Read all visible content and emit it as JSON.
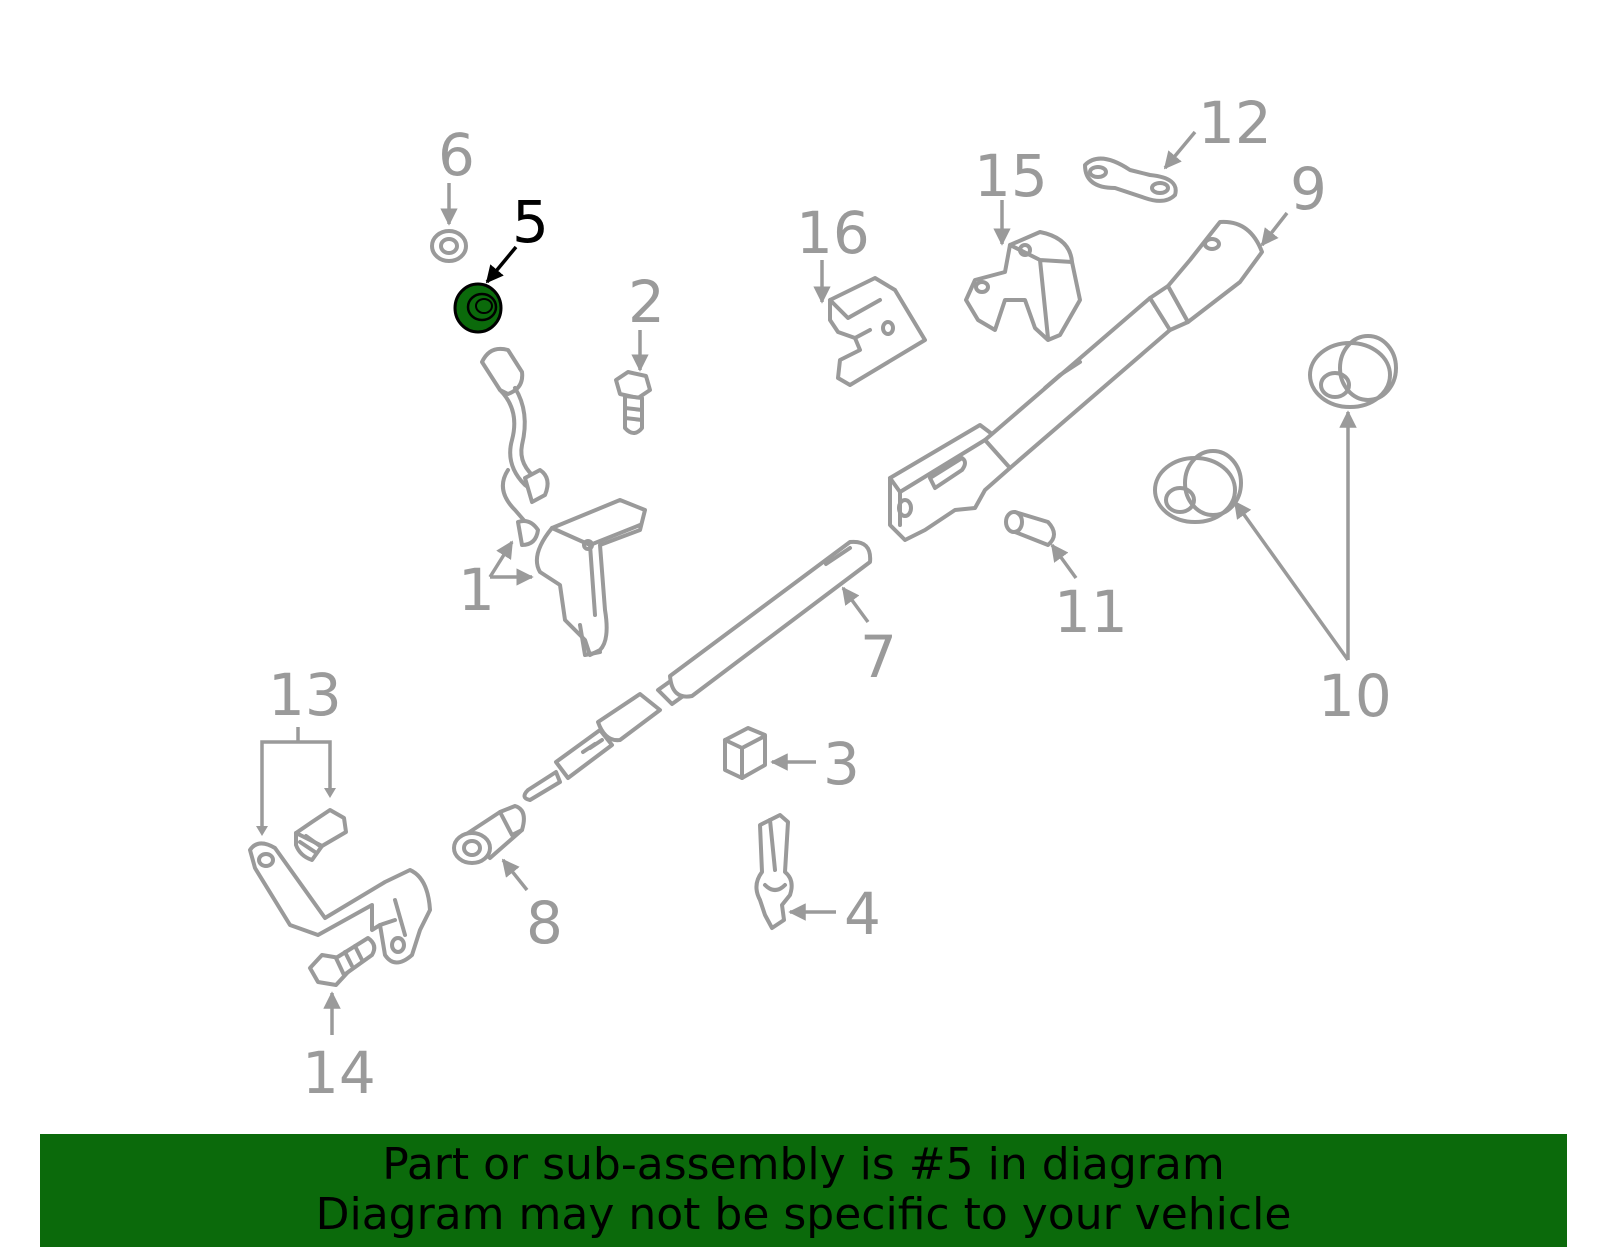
{
  "callouts": {
    "c1": "1",
    "c2": "2",
    "c3": "3",
    "c4": "4",
    "c5": "5",
    "c6": "6",
    "c7": "7",
    "c8": "8",
    "c9": "9",
    "c10": "10",
    "c11": "11",
    "c12": "12",
    "c13": "13",
    "c14": "14",
    "c15": "15",
    "c16": "16"
  },
  "highlight": {
    "part": "5",
    "color": "#0b6a0b"
  },
  "banner": {
    "line1": "Part or sub-assembly is #5 in diagram",
    "line2": "Diagram may not be specific to your vehicle"
  }
}
